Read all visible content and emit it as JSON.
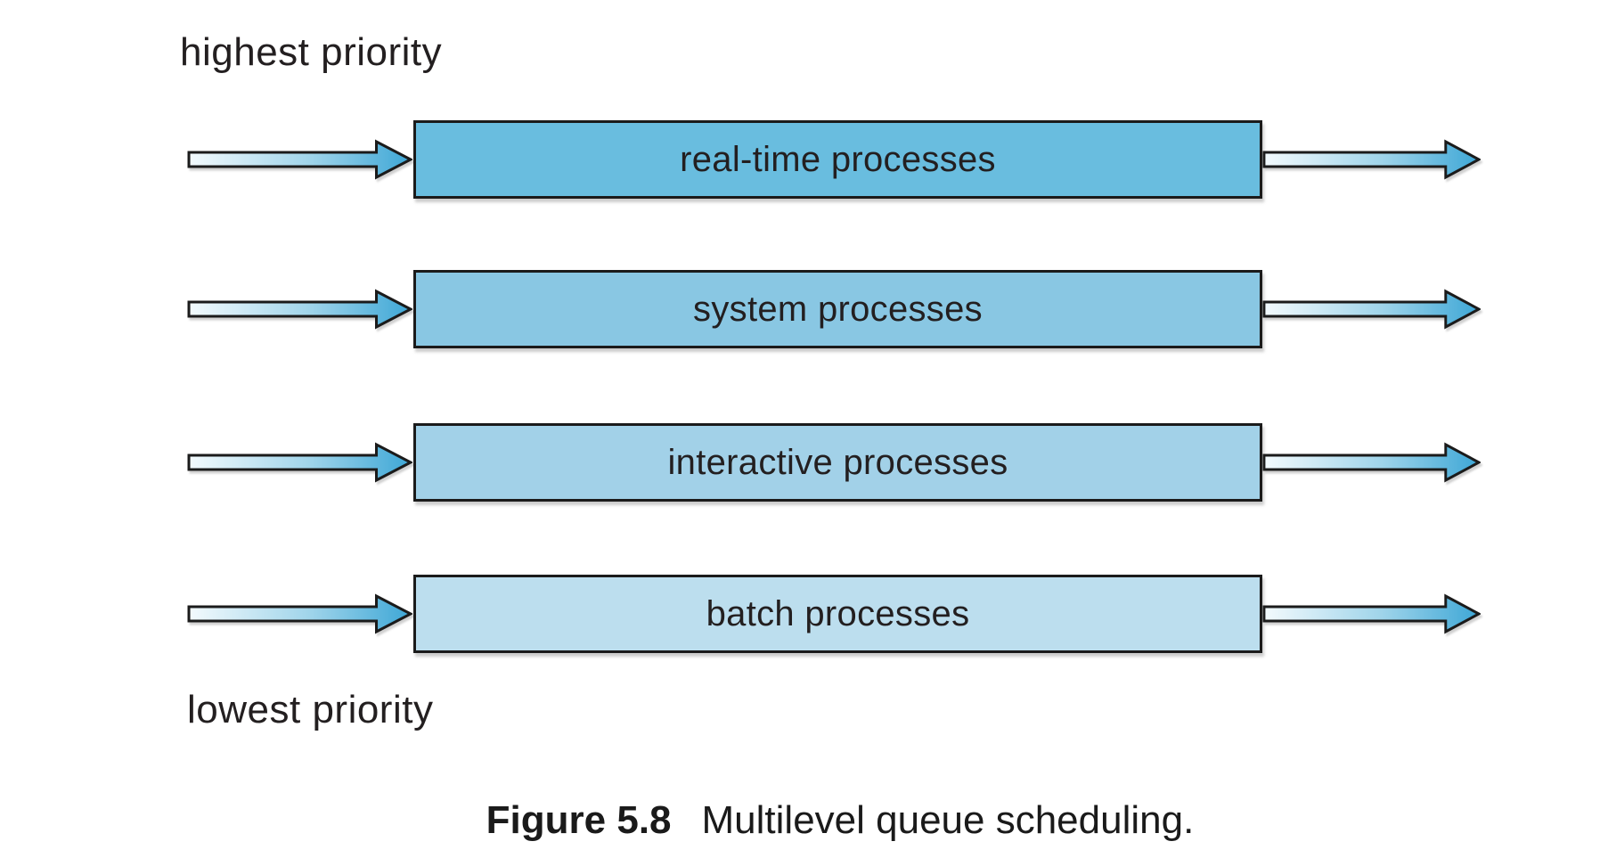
{
  "diagram": {
    "type": "multilevel-queue-scheduling",
    "priority_labels": {
      "top": "highest priority",
      "bottom": "lowest priority"
    },
    "queues": [
      {
        "label": "real-time processes",
        "fill": "#69BDDF"
      },
      {
        "label": "system processes",
        "fill": "#89C7E3"
      },
      {
        "label": "interactive processes",
        "fill": "#A2D1E8"
      },
      {
        "label": "batch processes",
        "fill": "#BCDEEE"
      }
    ],
    "caption": {
      "figure_number": "Figure 5.8",
      "text": "Multilevel queue scheduling."
    },
    "colors": {
      "outline": "#1B1B1B",
      "text": "#231F20",
      "arrow_gradient_start": "#F3FAFD",
      "arrow_gradient_mid": "#9FD4EA",
      "arrow_gradient_end": "#3EA7D6"
    }
  }
}
